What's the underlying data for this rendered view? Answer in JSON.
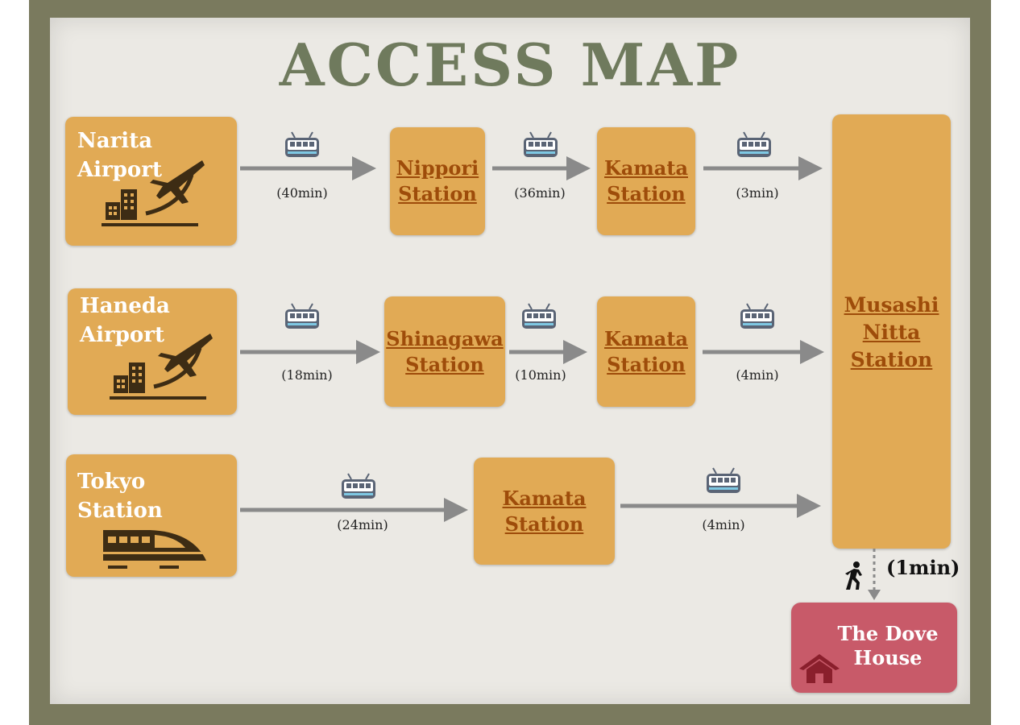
{
  "title": "ACCESS MAP",
  "origins": [
    {
      "label": "Narita\nAirport",
      "icon": "airport-icon"
    },
    {
      "label": "Haneda\nAirport",
      "icon": "airport-icon"
    },
    {
      "label": "Tokyo\nStation",
      "icon": "shinkansen-icon"
    }
  ],
  "stations": {
    "nippori": [
      "Nippori",
      "Station"
    ],
    "kamata1": [
      "Kamata",
      "Station"
    ],
    "shinagawa": [
      "Shinagawa",
      "Station"
    ],
    "kamata2": [
      "Kamata",
      "Station"
    ],
    "kamata3": [
      "Kamata",
      "Station"
    ],
    "musashi": [
      "Musashi",
      "Nitta",
      "Station"
    ]
  },
  "durations": {
    "narita_nippori": "(40min)",
    "nippori_kamata": "(36min)",
    "kamata_musashi_1": "(3min)",
    "haneda_shinagawa": "(18min)",
    "shinagawa_kamata": "(10min)",
    "kamata_musashi_2": "(4min)",
    "tokyo_kamata": "(24min)",
    "kamata_musashi_3": "(4min)",
    "walk": "(1min)"
  },
  "destination": "The Dove\nHouse",
  "colors": {
    "box": "#e1aa55",
    "station_text": "#9e4c0a",
    "destination": "#c85a69",
    "title": "#6f7a5d",
    "arrow": "#8a8a8a"
  }
}
